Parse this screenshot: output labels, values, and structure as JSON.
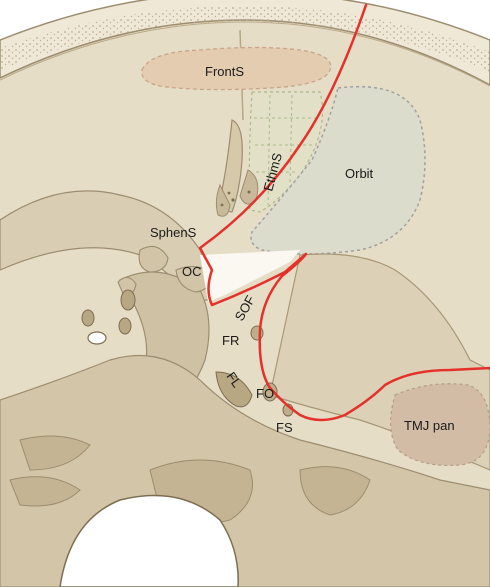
{
  "labels": {
    "frontal_sinus": "FrontS",
    "ethmoid_sinus": "EthmS",
    "orbit": "Orbit",
    "sphenoid_sinus": "SphenS",
    "optic_canal": "OC",
    "superior_orbital_fissure": "SOF",
    "foramen_rotundum": "FR",
    "foramen_lacerum": "FL",
    "foramen_ovale": "FO",
    "foramen_spinosum": "FS",
    "tmj": "TMJ pan"
  },
  "colors": {
    "bone": "#e6ddc7",
    "bone_shadow": "#c8b99a",
    "bone_dark": "#a89877",
    "diploe": "#efe8d6",
    "outline": "#9c8d70",
    "cut_line": "#e4312b",
    "orbit_fill": "#dcdccc",
    "sinus_dash": "#c9a58a",
    "ethmoid_dash": "#a8b98a",
    "tmj_fill": "#d2bca6",
    "label": "#1a1a1a"
  }
}
